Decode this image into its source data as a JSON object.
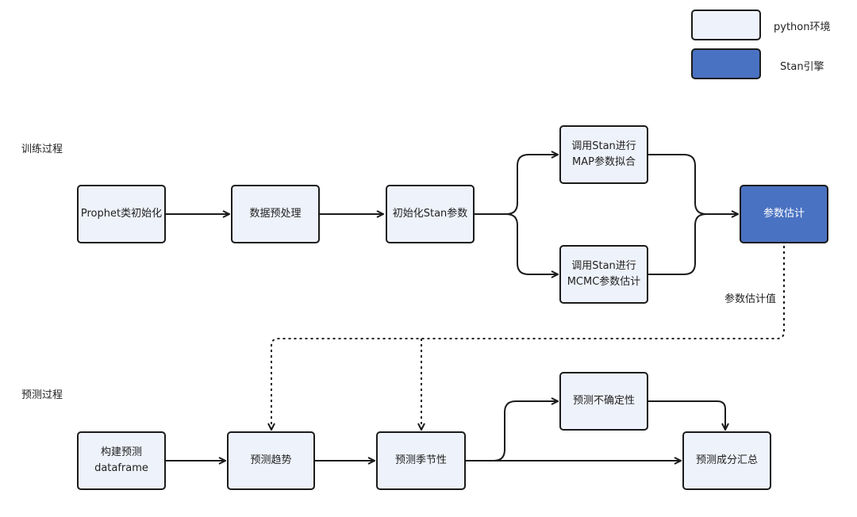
{
  "legend": {
    "python_env": "python环境",
    "stan_engine": "Stan引擎"
  },
  "sections": {
    "training": "训练过程",
    "predicting": "预测过程"
  },
  "training_nodes": {
    "prophet_init": "Prophet类初始化",
    "preprocess": "数据预处理",
    "stan_init": "初始化Stan参数",
    "map_fit": "调用Stan进行\nMAP参数拟合",
    "mcmc_est": "调用Stan进行\nMCMC参数估计",
    "param_est": "参数估计"
  },
  "edge_label": "参数估计值",
  "predict_nodes": {
    "build_df": "构建预测\ndataframe",
    "trend": "预测趋势",
    "seasonality": "预测季节性",
    "uncertainty": "预测不确定性",
    "aggregate": "预测成分汇总"
  },
  "colors": {
    "python_fill": "#eef2fa",
    "stan_fill": "#4a72c2",
    "stroke": "#1b1b1b"
  }
}
